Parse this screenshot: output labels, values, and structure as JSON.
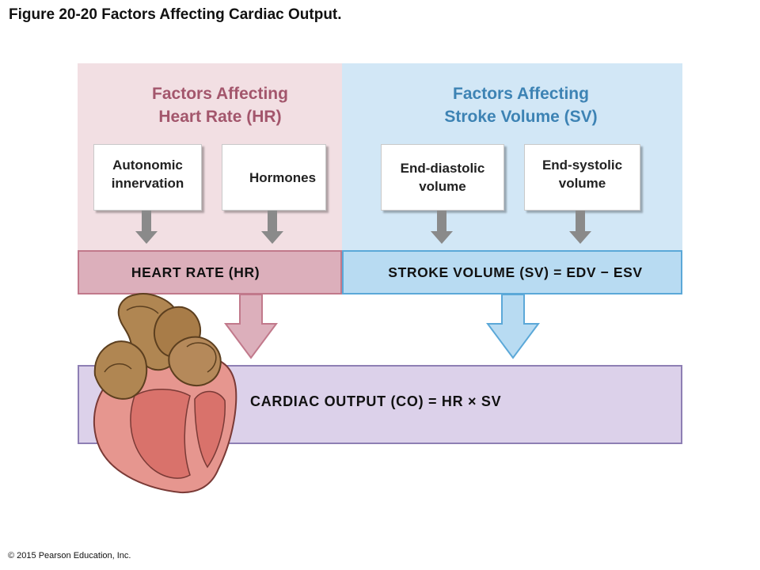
{
  "figure_title": "Figure 20-20 Factors Affecting Cardiac Output.",
  "copyright": "© 2015 Pearson Education, Inc.",
  "hr_panel": {
    "title": "Factors Affecting\nHeart Rate (HR)",
    "factors": [
      "Autonomic\ninnervation",
      "Hormones"
    ],
    "result": "HEART RATE (HR)"
  },
  "sv_panel": {
    "title": "Factors Affecting\nStroke Volume (SV)",
    "factors": [
      "End-diastolic\nvolume",
      "End-systolic\nvolume"
    ],
    "result": "STROKE VOLUME (SV) = EDV − ESV"
  },
  "output": "CARDIAC OUTPUT (CO) = HR × SV",
  "colors": {
    "hr_accent": "#a3566c",
    "sv_accent": "#3d83b4",
    "hr_bar": "#dcafbb",
    "sv_bar": "#b8dbf2",
    "output_box": "#dcd1ea",
    "gray_arrow": "#8a8a8a"
  },
  "icons": {
    "heart": "heart-illustration"
  }
}
